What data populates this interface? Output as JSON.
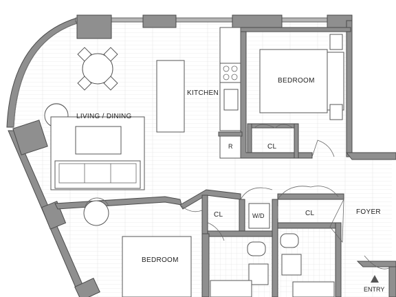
{
  "plan": {
    "rooms": {
      "kitchen": "KITCHEN",
      "living_dining": "LIVING / DINING",
      "bedroom_top": "BEDROOM",
      "bedroom_bottom": "BEDROOM",
      "foyer": "FOYER",
      "entry": "ENTRY"
    },
    "closets": {
      "bedroom_cl": "CL",
      "hall_cl_left": "CL",
      "hall_cl_right": "CL",
      "wd": "W/D",
      "fridge": "R"
    },
    "colors": {
      "wall": "#8f8f8f",
      "wall_outline": "#4a4a4a",
      "floor_lines": "#d8d8d8",
      "tile_lines": "#e0e0e0"
    }
  }
}
